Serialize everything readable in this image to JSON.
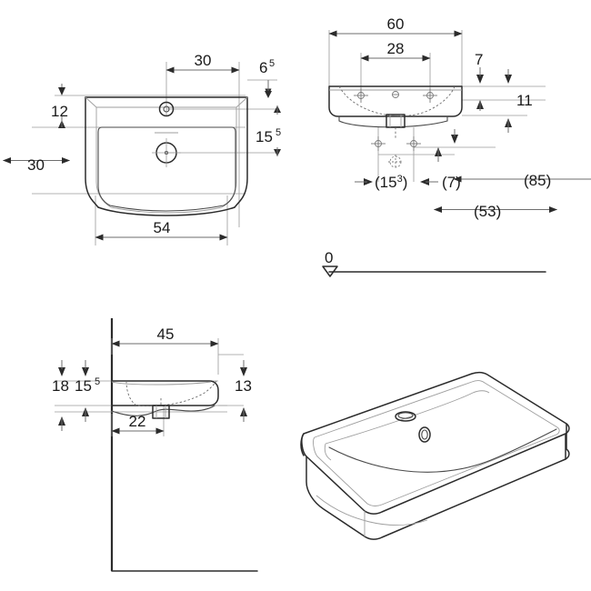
{
  "drawing": {
    "title": "Washbasin dimensional drawing",
    "units": "cm",
    "line_color": "#2b2b2b",
    "dim_color": "#6e6e6e",
    "background": "#ffffff"
  },
  "views": {
    "top": {
      "name": "top-view",
      "dimensions": {
        "hole_offset_horizontal": "30",
        "edge_right_whole": "6",
        "edge_right_sup": "5",
        "rear_depth": "12",
        "total_depth": "30",
        "hole_offset_vertical_whole": "15",
        "hole_offset_vertical_sup": "5",
        "inner_width": "54"
      },
      "features": {
        "overflow_hole": "overflow-hole",
        "tap_hole": "tap-hole"
      }
    },
    "front": {
      "name": "front-elevation-view",
      "dimensions": {
        "total_width": "60",
        "bracket_spacing": "28",
        "top_rim_thickness": "7",
        "body_height": "11",
        "bracket_offset_whole": "15",
        "bracket_offset_sup": "3",
        "bracket_offset_open": "(",
        "bracket_offset_close": ")",
        "drain_offset": "(7)",
        "trap_height": "(53)",
        "mounting_height": "(85)"
      },
      "datum": {
        "label": "0",
        "marker": "datum-triangle-marker"
      }
    },
    "side": {
      "name": "side-section-view",
      "dimensions": {
        "projection_depth": "45",
        "upper_offset": "18",
        "mid_offset_whole": "15",
        "mid_offset_sup": "5",
        "body_height": "13",
        "drain_offset": "22"
      },
      "features": {
        "wall_line": "wall-reference-line"
      }
    },
    "perspective": {
      "name": "isometric-3d-view",
      "features": {
        "basin_body": "basin-body",
        "tap_hole": "tap-hole",
        "overflow_hole": "overflow-hole"
      }
    }
  }
}
